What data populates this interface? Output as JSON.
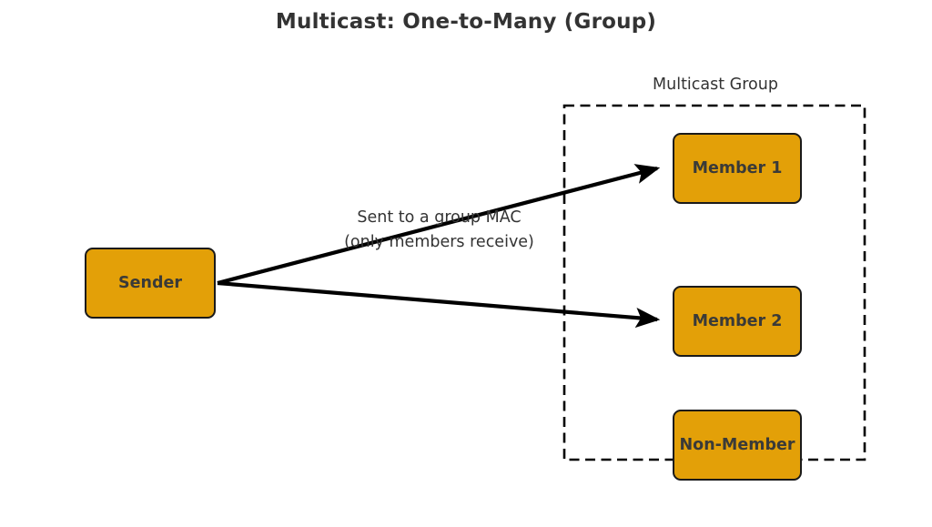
{
  "title": "Multicast: One-to-Many (Group)",
  "group": {
    "label": "Multicast Group",
    "boundary_style": "dashed"
  },
  "nodes": {
    "sender": {
      "label": "Sender"
    },
    "member1": {
      "label": "Member 1"
    },
    "member2": {
      "label": "Member 2"
    },
    "nonmember": {
      "label": "Non-Member"
    }
  },
  "edges": {
    "label_line1": "Sent to a group MAC",
    "label_line2": "(only members receive)"
  },
  "colors": {
    "node_fill": "#E3A008",
    "node_border": "#1a1a1a",
    "node_text": "#3a3a38",
    "title_text": "#333333",
    "arrow": "#000000",
    "background": "#ffffff"
  }
}
